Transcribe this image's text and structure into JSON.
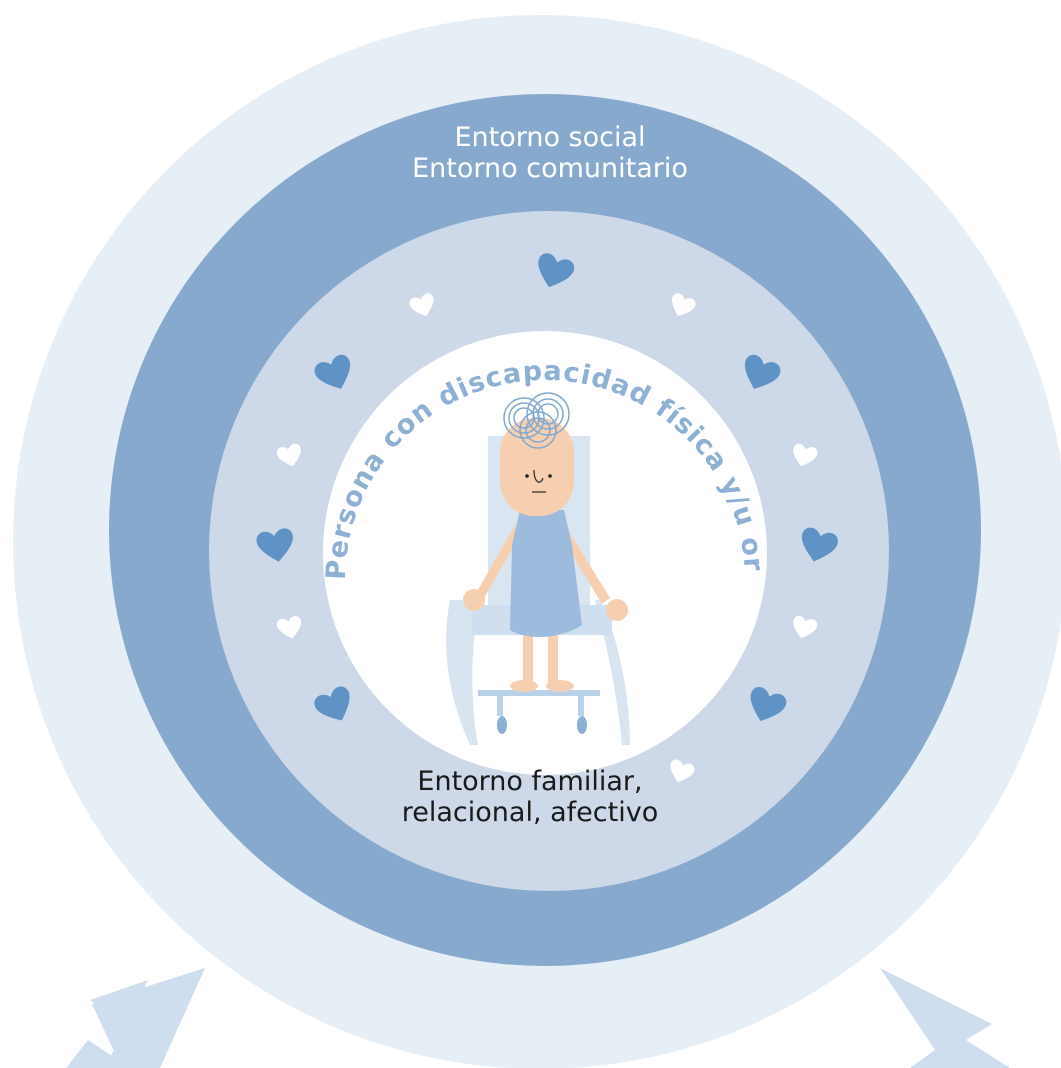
{
  "colors": {
    "background": "#ffffff",
    "outer_ring": "#e6eef6",
    "social_ring": "#87a9cd",
    "family_ring": "#cdd9e9",
    "center": "#ffffff",
    "arc_text": "#8db0d4",
    "heart_blue": "#5f93c5",
    "heart_white": "#ffffff",
    "arrow": "#cfdeee",
    "skin": "#f5cfb0",
    "dress": "#9dbbdc",
    "chair": "#d5e3f0"
  },
  "labels": {
    "social": [
      "Entorno social",
      "Entorno comunitario"
    ],
    "family": [
      "Entorno familiar,",
      "relacional, afectivo"
    ],
    "person": "Persona con discapacidad física y/u orgánica"
  },
  "icons": {
    "heart": "heart-icon",
    "arrow": "arrow-up-icon",
    "person": "person-in-wheelchair-illustration"
  }
}
